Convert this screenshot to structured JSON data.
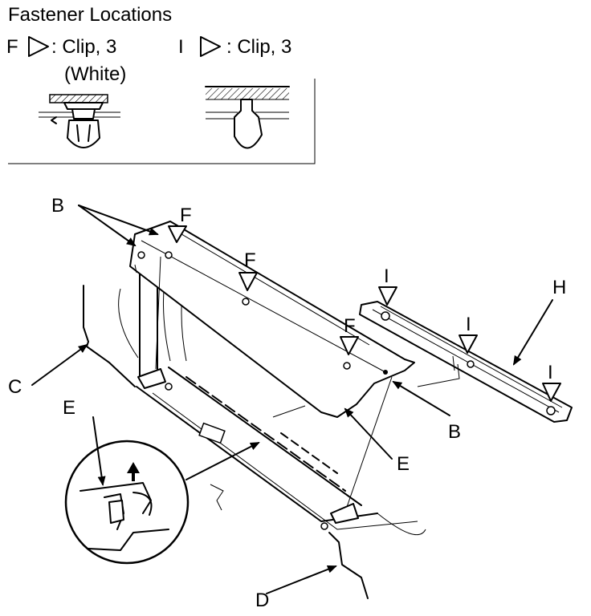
{
  "legend": {
    "title": "Fastener Locations",
    "f": {
      "letter": "F",
      "desc": ": Clip, 3",
      "note": "(White)"
    },
    "i": {
      "letter": "I",
      "desc": ": Clip, 3"
    }
  },
  "callouts": {
    "b": "B",
    "c": "C",
    "d": "D",
    "e": "E",
    "f": "F",
    "h": "H",
    "i": "I"
  }
}
